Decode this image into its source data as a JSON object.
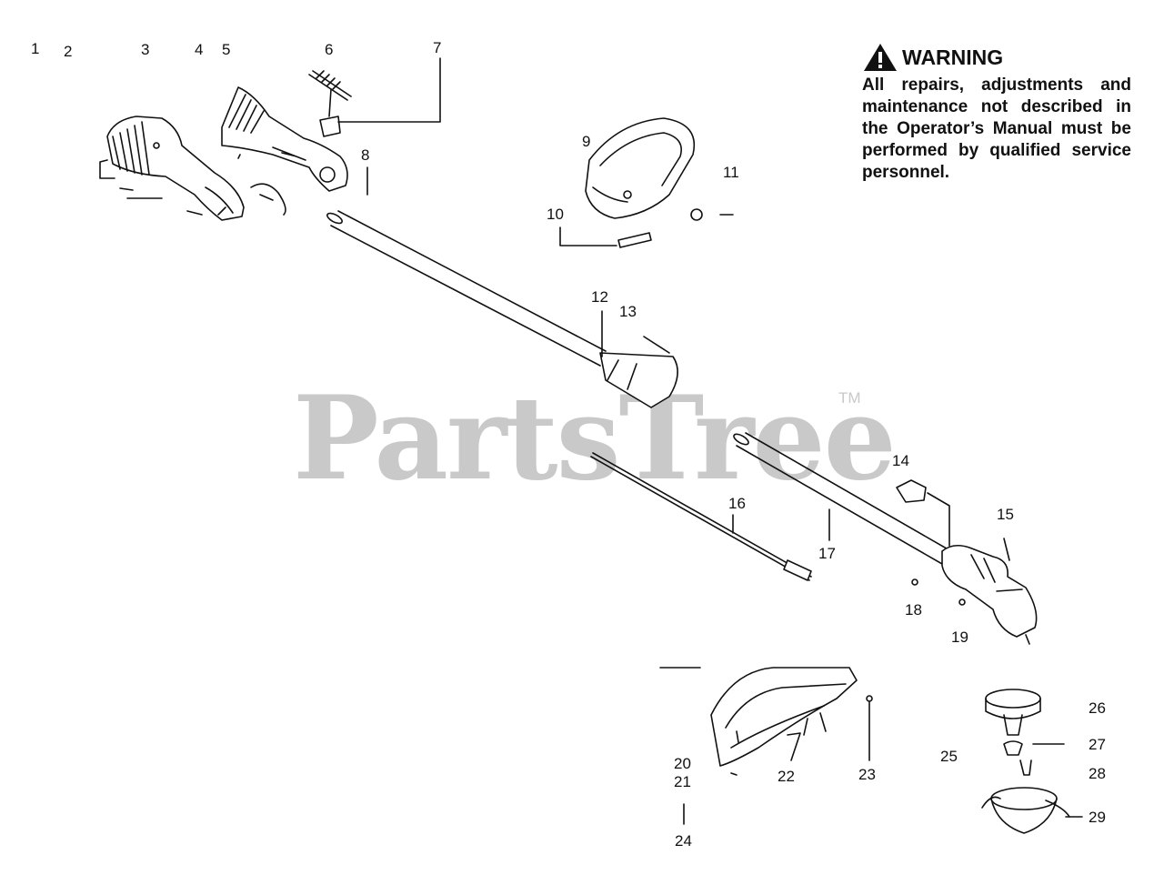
{
  "watermark": {
    "text": "PartsTree",
    "mark": "TM"
  },
  "warning": {
    "icon": "warning-triangle-icon",
    "title": "WARNING",
    "body": "All repairs, adjustments and maintenance not described in the Operator’s Manual must be performed by qualified service personnel."
  },
  "callouts": {
    "n1": "1",
    "n2": "2",
    "n3": "3",
    "n4": "4",
    "n5": "5",
    "n6": "6",
    "n7": "7",
    "n8": "8",
    "n9": "9",
    "n10": "10",
    "n11": "11",
    "n12": "12",
    "n13": "13",
    "n14": "14",
    "n15": "15",
    "n16": "16",
    "n17": "17",
    "n18": "18",
    "n19": "19",
    "n20": "20",
    "n21": "21",
    "n22": "22",
    "n23": "23",
    "n24": "24",
    "n25": "25",
    "n26": "26",
    "n27": "27",
    "n28": "28",
    "n29": "29"
  }
}
